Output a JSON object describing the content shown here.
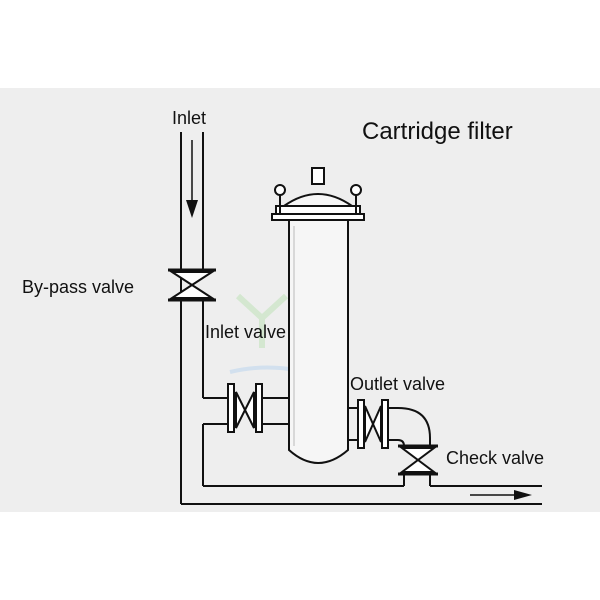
{
  "diagram": {
    "title": "Cartridge filter",
    "labels": {
      "inlet": "Inlet",
      "bypass_valve": "By-pass valve",
      "inlet_valve": "Inlet valve",
      "outlet_valve": "Outlet valve",
      "check_valve": "Check valve"
    },
    "watermark_mark": "®",
    "colors": {
      "panel_background": "#eeeeee",
      "line": "#111111",
      "watermark_green": "#bfe3b8",
      "watermark_blue": "#bcd6ee"
    }
  }
}
